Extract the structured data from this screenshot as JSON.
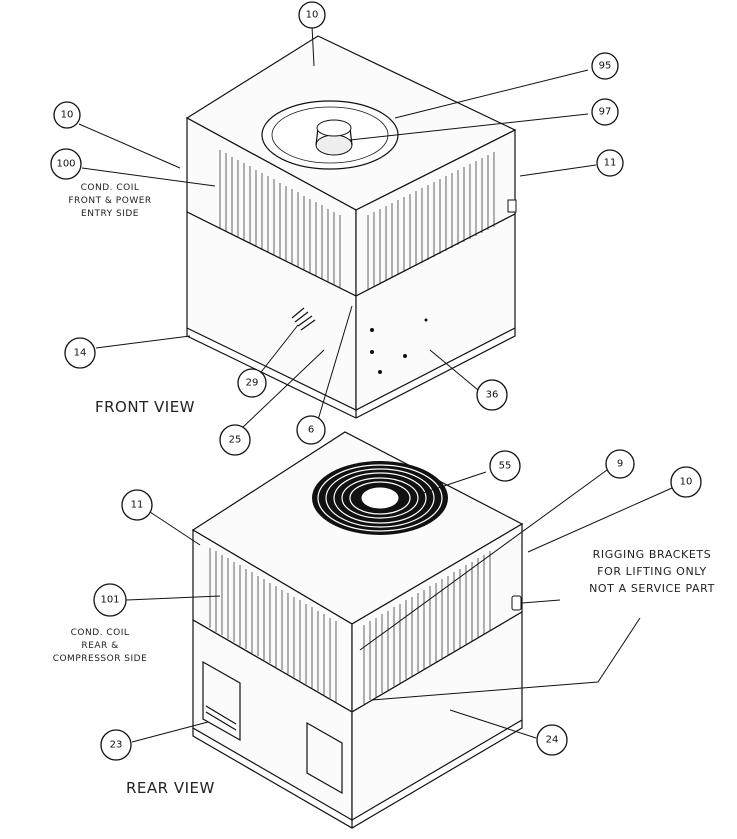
{
  "views": {
    "front": {
      "label": "FRONT VIEW"
    },
    "rear": {
      "label": "REAR VIEW"
    }
  },
  "notes": {
    "front_coil": [
      "COND. COIL",
      "FRONT & POWER",
      "ENTRY SIDE"
    ],
    "rear_coil": [
      "COND. COIL",
      "REAR &",
      "COMPRESSOR SIDE"
    ],
    "rigging": [
      "RIGGING BRACKETS",
      "FOR LIFTING ONLY",
      "NOT A SERVICE PART"
    ]
  },
  "callouts": {
    "top_cover": "10",
    "front_corner_panel": "10",
    "fan_guard": "95",
    "fan_blade": "97",
    "front_right_panel": "11",
    "front_coil": "100",
    "base_pan": "14",
    "louver": "29",
    "access_panel": "36",
    "front_view_corner": "25",
    "center_post": "6",
    "fan_top_rear": "55",
    "rear_corner": "9",
    "rear_right_top": "10",
    "rear_left_corner": "11",
    "rear_coil": "101",
    "rear_panel": "23",
    "rear_lower_panel": "24"
  }
}
